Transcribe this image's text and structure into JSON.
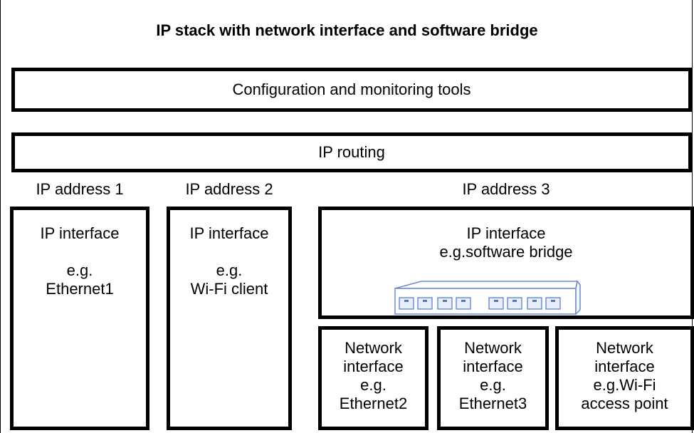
{
  "title": "IP stack with network interface and software bridge",
  "config_tools": "Configuration and monitoring tools",
  "ip_routing": "IP routing",
  "addresses": [
    "IP address 1",
    "IP address 2",
    "IP address 3"
  ],
  "ip_interfaces": [
    {
      "title": "IP interface",
      "line1": "e.g.",
      "line2": "Ethernet1"
    },
    {
      "title": "IP interface",
      "line1": "e.g.",
      "line2": "Wi-Fi client"
    },
    {
      "title": "IP interface",
      "line1": "e.g.software bridge"
    }
  ],
  "network_interfaces": [
    {
      "line1": "Network",
      "line2": "interface",
      "line3": "e.g.",
      "line4": "Ethernet2"
    },
    {
      "line1": "Network",
      "line2": "interface",
      "line3": "e.g.",
      "line4": "Ethernet3"
    },
    {
      "line1": "Network",
      "line2": "interface",
      "line3": "e.g.Wi-Fi",
      "line4": "access point"
    }
  ],
  "colors": {
    "switch_stroke": "#6a8ccf",
    "switch_fill": "#ffffff",
    "port_fill": "#e8eef9"
  },
  "icons": {
    "switch": "network-switch-icon"
  }
}
